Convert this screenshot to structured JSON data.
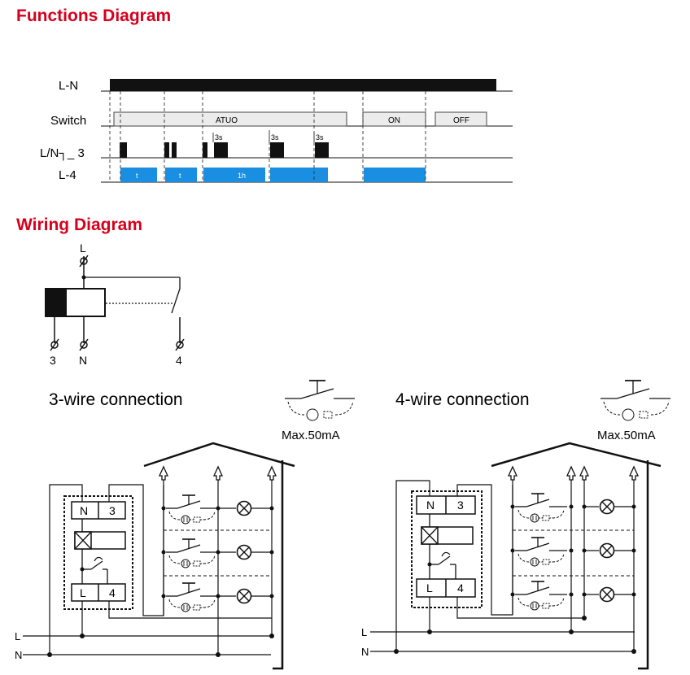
{
  "colors": {
    "heading": "#d6001c",
    "pulse": "#1a8ee0",
    "lamp_stroke": "#222222"
  },
  "functions": {
    "title": "Functions Diagram",
    "rows": {
      "ln": "L-N",
      "switch": "Switch",
      "push": "L/N┐_ 3",
      "out": "L-4"
    },
    "modes": {
      "auto": "ATUO",
      "on": "ON",
      "off": "OFF"
    },
    "out_labels": [
      "t",
      "t",
      "1h"
    ],
    "long_press": "3s"
  },
  "wiring": {
    "title": "Wiring Diagram",
    "terminals": {
      "top": "L",
      "n3": "3",
      "nN": "N",
      "n4": "4"
    },
    "three_wire": {
      "title": "3-wire connection",
      "note": "Max.50mA"
    },
    "four_wire": {
      "title": "4-wire connection",
      "note": "Max.50mA"
    },
    "relay": {
      "n": "N",
      "t3": "3",
      "l": "L",
      "t4": "4"
    },
    "buses": {
      "l": "L",
      "n": "N"
    }
  }
}
